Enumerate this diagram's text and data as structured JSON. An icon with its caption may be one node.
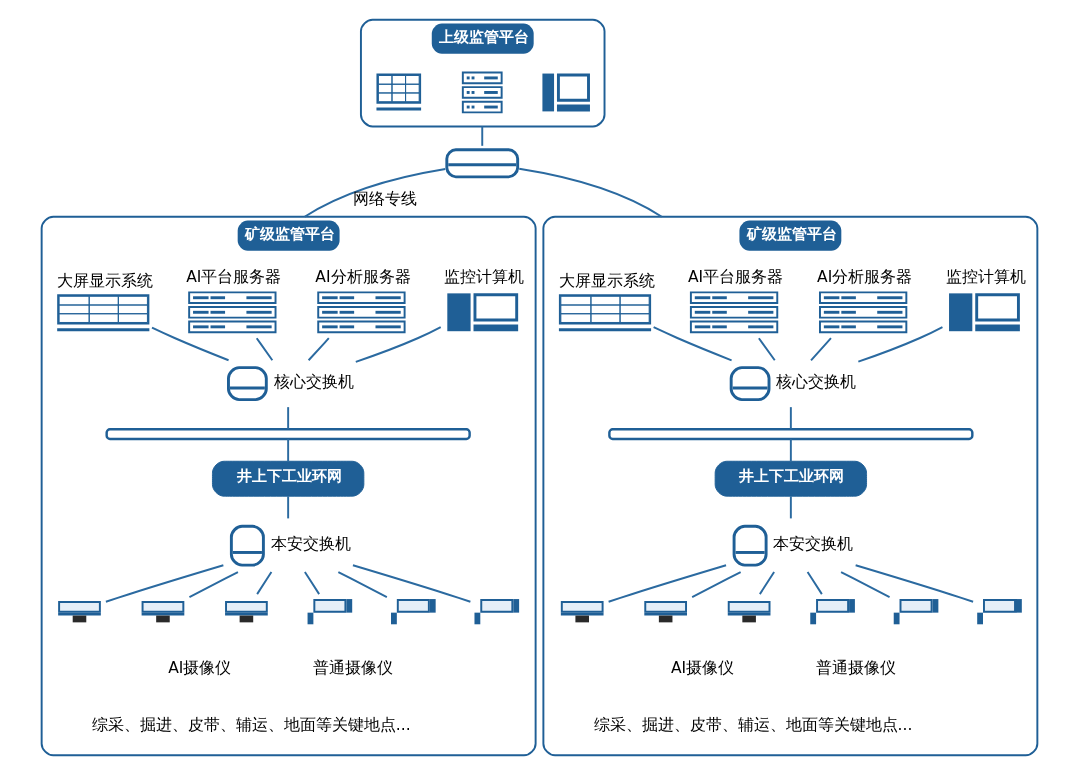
{
  "diagram": {
    "nodes": [
      {
        "text": [
          "上级监管平台"
        ]
      },
      {
        "text": [],
        "shape": "picture",
        "in": 0
      },
      {
        "text": [],
        "shape": "picture",
        "in": 0
      },
      {
        "text": [],
        "shape": "picture",
        "in": 0
      },
      {
        "text": [],
        "shape": "picture"
      },
      {
        "text": [
          "矿级监管平台"
        ]
      },
      {
        "text": [
          "大屏显示系统"
        ],
        "in": 5
      },
      {
        "text": [
          "AI平台服务器"
        ],
        "in": 5
      },
      {
        "text": [
          "AI分析服务器"
        ],
        "in": 5
      },
      {
        "text": [
          "监控计算机"
        ],
        "in": 5
      },
      {
        "text": [
          "核心交换机"
        ],
        "in": 5
      },
      {
        "text": [],
        "shape": "bar",
        "in": 5
      },
      {
        "text": [
          "井上下工业环网"
        ],
        "in": 5
      },
      {
        "text": [
          "本安交换机"
        ],
        "in": 5
      },
      {
        "text": [],
        "shape": "picture",
        "in": 5
      },
      {
        "text": [],
        "shape": "picture",
        "in": 5
      },
      {
        "text": [],
        "shape": "picture",
        "in": 5
      },
      {
        "text": [],
        "shape": "picture",
        "in": 5
      },
      {
        "text": [],
        "shape": "picture",
        "in": 5
      },
      {
        "text": [],
        "shape": "picture",
        "in": 5
      },
      {
        "text": [
          "矿级监管平台"
        ]
      },
      {
        "text": [
          "大屏显示系统"
        ],
        "in": 20
      },
      {
        "text": [
          "AI平台服务器"
        ],
        "in": 20
      },
      {
        "text": [
          "AI分析服务器"
        ],
        "in": 20
      },
      {
        "text": [
          "监控计算机"
        ],
        "in": 20
      },
      {
        "text": [
          "核心交换机"
        ],
        "in": 20
      },
      {
        "text": [],
        "shape": "bar",
        "in": 20
      },
      {
        "text": [
          "井上下工业环网"
        ],
        "in": 20
      },
      {
        "text": [
          "本安交换机"
        ],
        "in": 20
      },
      {
        "text": [],
        "shape": "picture",
        "in": 20
      },
      {
        "text": [],
        "shape": "picture",
        "in": 20
      },
      {
        "text": [],
        "shape": "picture",
        "in": 20
      },
      {
        "text": [],
        "shape": "picture",
        "in": 20
      },
      {
        "text": [],
        "shape": "picture",
        "in": 20
      },
      {
        "text": [],
        "shape": "picture",
        "in": 20
      }
    ],
    "edges": [
      {
        "from": 0,
        "to": 4,
        "arrow": "none"
      },
      {
        "from": 4,
        "to": 5,
        "arrow": "none",
        "label": "网络专线"
      },
      {
        "from": 4,
        "to": 20,
        "arrow": "none"
      },
      {
        "from": 6,
        "to": 10,
        "arrow": "none"
      },
      {
        "from": 7,
        "to": 10,
        "arrow": "none"
      },
      {
        "from": 8,
        "to": 10,
        "arrow": "none"
      },
      {
        "from": 9,
        "to": 10,
        "arrow": "none"
      },
      {
        "from": 10,
        "to": 11,
        "arrow": "none"
      },
      {
        "from": 11,
        "to": 12,
        "arrow": "none"
      },
      {
        "from": 12,
        "to": 13,
        "arrow": "none"
      },
      {
        "from": 13,
        "to": 14,
        "arrow": "none"
      },
      {
        "from": 13,
        "to": 15,
        "arrow": "none"
      },
      {
        "from": 13,
        "to": 16,
        "arrow": "none"
      },
      {
        "from": 13,
        "to": 17,
        "arrow": "none"
      },
      {
        "from": 13,
        "to": 18,
        "arrow": "none"
      },
      {
        "from": 13,
        "to": 19,
        "arrow": "none"
      },
      {
        "from": 21,
        "to": 25,
        "arrow": "none"
      },
      {
        "from": 22,
        "to": 25,
        "arrow": "none"
      },
      {
        "from": 23,
        "to": 25,
        "arrow": "none"
      },
      {
        "from": 24,
        "to": 25,
        "arrow": "none"
      },
      {
        "from": 25,
        "to": 26,
        "arrow": "none"
      },
      {
        "from": 26,
        "to": 27,
        "arrow": "none"
      },
      {
        "from": 27,
        "to": 28,
        "arrow": "none"
      },
      {
        "from": 28,
        "to": 29,
        "arrow": "none"
      },
      {
        "from": 28,
        "to": 30,
        "arrow": "none"
      },
      {
        "from": 28,
        "to": 31,
        "arrow": "none"
      },
      {
        "from": 28,
        "to": 32,
        "arrow": "none"
      },
      {
        "from": 28,
        "to": 33,
        "arrow": "none"
      },
      {
        "from": 28,
        "to": 34,
        "arrow": "none"
      }
    ],
    "labels": [
      "AI摄像仪",
      "普通摄像仪",
      "综采、掘进、皮带、辅运、地面等关键地点...",
      "AI摄像仪",
      "普通摄像仪",
      "综采、掘进、皮带、辅运、地面等关键地点..."
    ]
  }
}
